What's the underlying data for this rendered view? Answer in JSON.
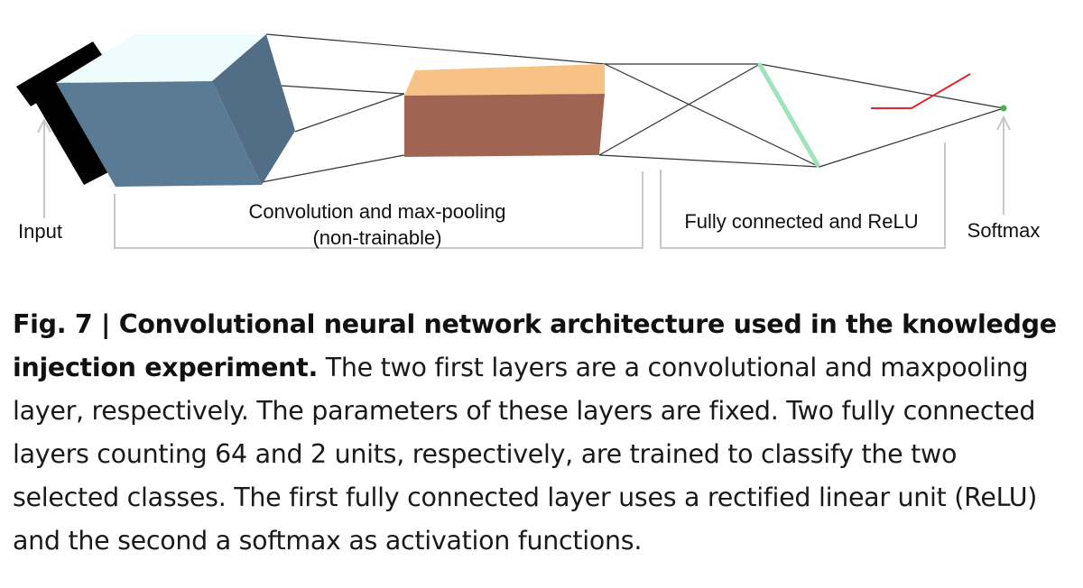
{
  "diagram": {
    "labels": {
      "input": "Input",
      "conv_line1": "Convolution and max-pooling",
      "conv_line2": "(non-trainable)",
      "fc": "Fully connected and ReLU",
      "softmax": "Softmax"
    },
    "colors": {
      "conv_front": "#5b7a93",
      "conv_top": "#eefcfd",
      "conv_side": "#526e86",
      "pool_top": "#f8c185",
      "pool_front": "#a06453",
      "fc_layer": "#9ee3bb",
      "relu_line": "#e0262a",
      "softmax_dot": "#4caf50",
      "input_block": "#000000",
      "bracket": "#c8c8c8",
      "connection": "#333333"
    }
  },
  "caption": {
    "title": "Fig. 7 | Convolutional neural network architecture used in the knowledge injection experiment.",
    "body": "The two first layers are a convolutional and maxpooling layer, respectively. The parameters of these layers are fixed. Two fully connected layers counting 64 and 2 units, respectively, are trained to classify the two selected classes. The first fully connected layer uses a rectified linear unit (ReLU) and the second a softmax as activation functions."
  }
}
